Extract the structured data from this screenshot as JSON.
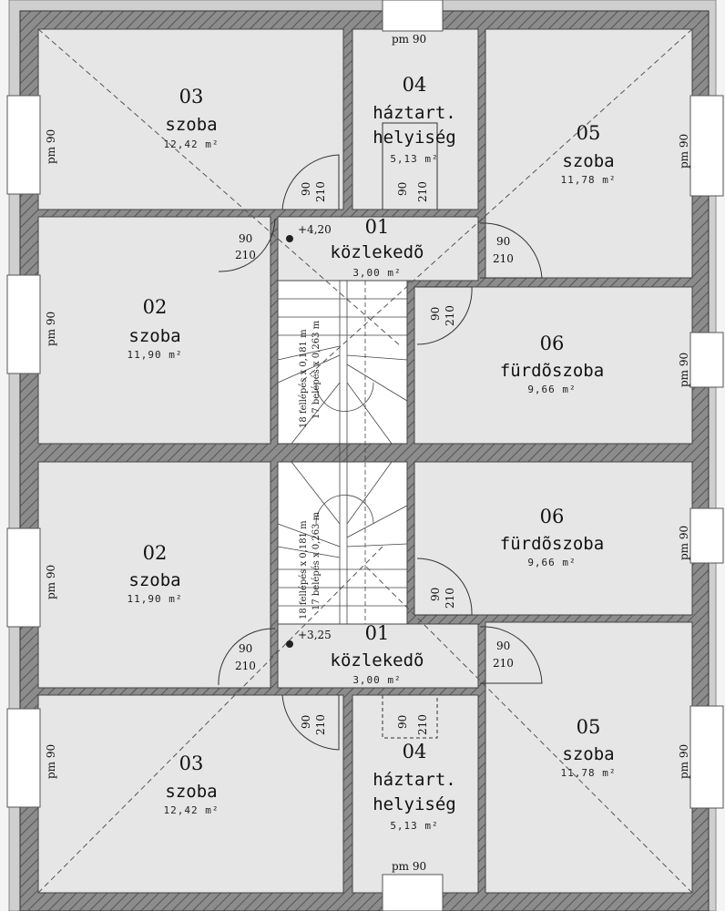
{
  "rooms": {
    "top_03": {
      "number": "03",
      "name": "szoba",
      "area": "12,42 m²"
    },
    "top_04": {
      "number": "04",
      "name1": "háztart.",
      "name2": "helyiség",
      "area": "5,13 m²"
    },
    "top_05": {
      "number": "05",
      "name": "szoba",
      "area": "11,78 m²"
    },
    "top_02": {
      "number": "02",
      "name": "szoba",
      "area": "11,90 m²"
    },
    "top_01": {
      "number": "01",
      "name": "közlekedõ",
      "area": "3,00 m²"
    },
    "top_06": {
      "number": "06",
      "name": "fürdõszoba",
      "area": "9,66 m²"
    },
    "bot_02": {
      "number": "02",
      "name": "szoba",
      "area": "11,90 m²"
    },
    "bot_06": {
      "number": "06",
      "name": "fürdõszoba",
      "area": "9,66 m²"
    },
    "bot_01": {
      "number": "01",
      "name": "közlekedõ",
      "area": "3,00 m²"
    },
    "bot_05": {
      "number": "05",
      "name": "szoba",
      "area": "11,78 m²"
    },
    "bot_03": {
      "number": "03",
      "name": "szoba",
      "area": "12,42 m²"
    },
    "bot_04": {
      "number": "04",
      "name1": "háztart.",
      "name2": "helyiség",
      "area": "5,13 m²"
    }
  },
  "door": {
    "width": "90",
    "height": "210"
  },
  "window": {
    "label": "pm 90"
  },
  "levels": {
    "upper": "+4,20",
    "lower": "+3,25"
  },
  "stairs": {
    "risers": "18 fellépés x 0,181 m",
    "treads": "17 belépés x 0,263 m"
  }
}
